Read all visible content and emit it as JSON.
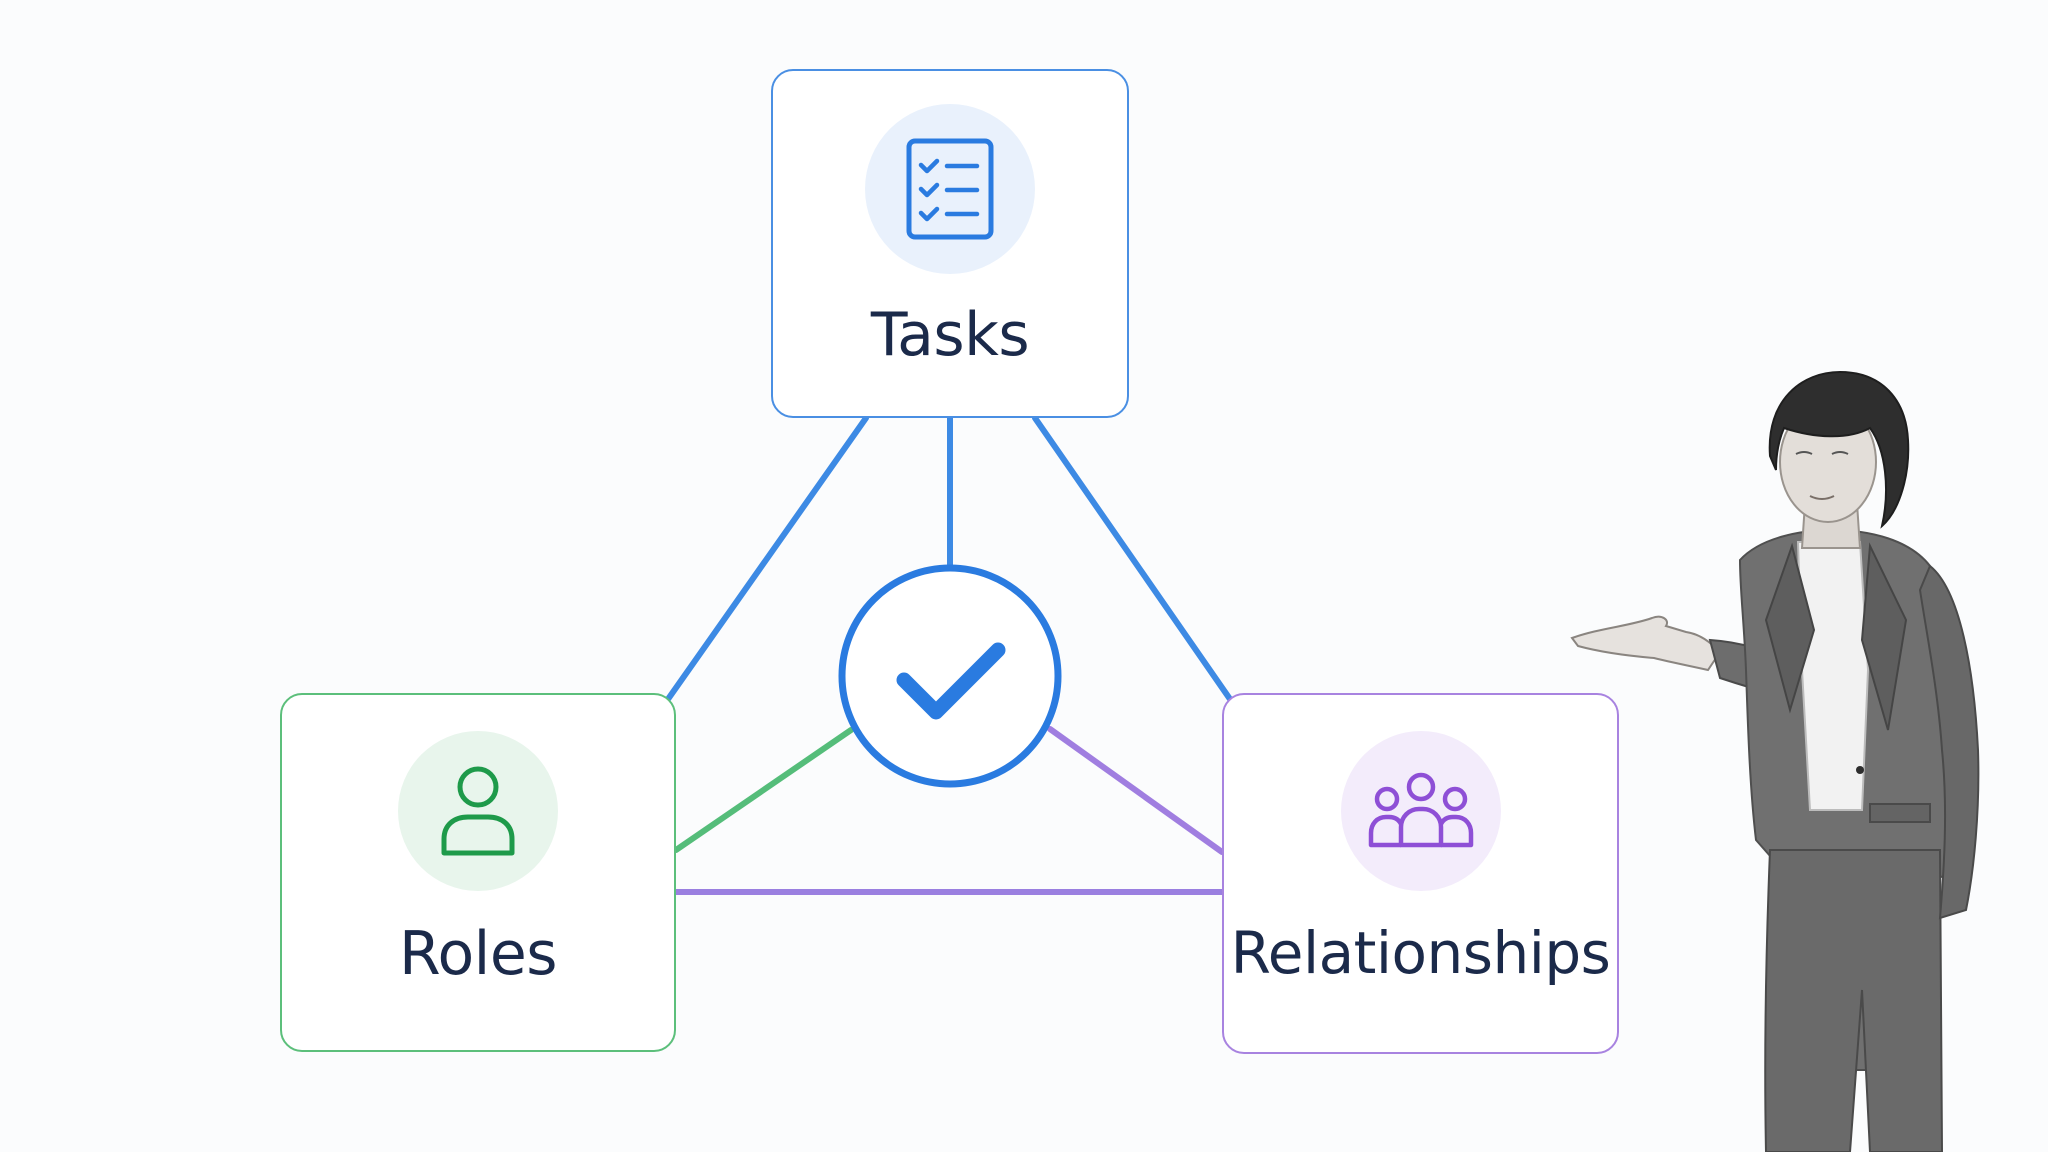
{
  "diagram": {
    "nodes": {
      "tasks": {
        "label": "Tasks",
        "icon": "checklist-icon",
        "color": "#2a7be0"
      },
      "roles": {
        "label": "Roles",
        "icon": "person-icon",
        "color": "#1e9a4a"
      },
      "relationships": {
        "label": "Relationships",
        "icon": "group-icon",
        "color": "#8e4fd6"
      }
    },
    "center": {
      "icon": "checkmark-icon",
      "color": "#2a7be0"
    },
    "connector_colors": {
      "tasks": "#3d8ae4",
      "roles": "#55bd7a",
      "relationships": "#a07ee0"
    }
  },
  "presenter": {
    "icon": "presenter-figure"
  }
}
